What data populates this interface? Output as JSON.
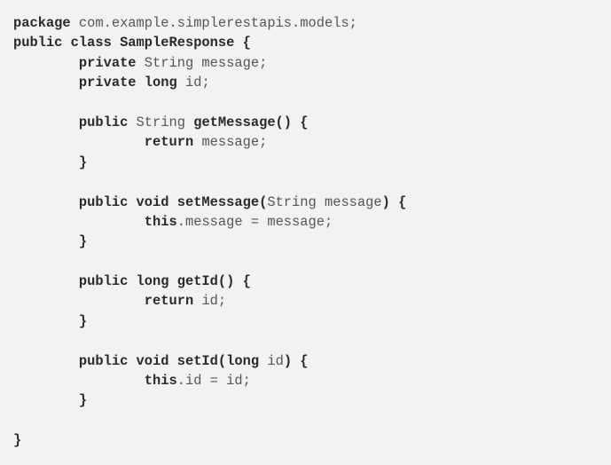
{
  "code": {
    "language": "java",
    "lines": [
      [
        {
          "t": "package",
          "b": true
        },
        {
          "t": " com.example.simplerestapis.models;",
          "b": false
        }
      ],
      [
        {
          "t": "public class SampleResponse {",
          "b": true
        }
      ],
      [
        {
          "t": "        ",
          "b": false
        },
        {
          "t": "private",
          "b": true
        },
        {
          "t": " String message;",
          "b": false
        }
      ],
      [
        {
          "t": "        ",
          "b": false
        },
        {
          "t": "private long",
          "b": true
        },
        {
          "t": " id;",
          "b": false
        }
      ],
      [],
      [
        {
          "t": "        ",
          "b": false
        },
        {
          "t": "public",
          "b": true
        },
        {
          "t": " String ",
          "b": false
        },
        {
          "t": "getMessage() {",
          "b": true
        }
      ],
      [
        {
          "t": "                ",
          "b": false
        },
        {
          "t": "return",
          "b": true
        },
        {
          "t": " message;",
          "b": false
        }
      ],
      [
        {
          "t": "        ",
          "b": false
        },
        {
          "t": "}",
          "b": true
        }
      ],
      [],
      [
        {
          "t": "        ",
          "b": false
        },
        {
          "t": "public void setMessage(",
          "b": true
        },
        {
          "t": "String message",
          "b": false
        },
        {
          "t": ") {",
          "b": true
        }
      ],
      [
        {
          "t": "                ",
          "b": false
        },
        {
          "t": "this",
          "b": true
        },
        {
          "t": ".message = message;",
          "b": false
        }
      ],
      [
        {
          "t": "        ",
          "b": false
        },
        {
          "t": "}",
          "b": true
        }
      ],
      [],
      [
        {
          "t": "        ",
          "b": false
        },
        {
          "t": "public long getId() {",
          "b": true
        }
      ],
      [
        {
          "t": "                ",
          "b": false
        },
        {
          "t": "return",
          "b": true
        },
        {
          "t": " id;",
          "b": false
        }
      ],
      [
        {
          "t": "        ",
          "b": false
        },
        {
          "t": "}",
          "b": true
        }
      ],
      [],
      [
        {
          "t": "        ",
          "b": false
        },
        {
          "t": "public void setId(long",
          "b": true
        },
        {
          "t": " id",
          "b": false
        },
        {
          "t": ") {",
          "b": true
        }
      ],
      [
        {
          "t": "                ",
          "b": false
        },
        {
          "t": "this",
          "b": true
        },
        {
          "t": ".id = id;",
          "b": false
        }
      ],
      [
        {
          "t": "        ",
          "b": false
        },
        {
          "t": "}",
          "b": true
        }
      ],
      [],
      [
        {
          "t": "}",
          "b": true
        }
      ]
    ]
  },
  "colors": {
    "background": "#f2f2f2",
    "keyword": "#2a2a2a",
    "text": "#555555"
  }
}
